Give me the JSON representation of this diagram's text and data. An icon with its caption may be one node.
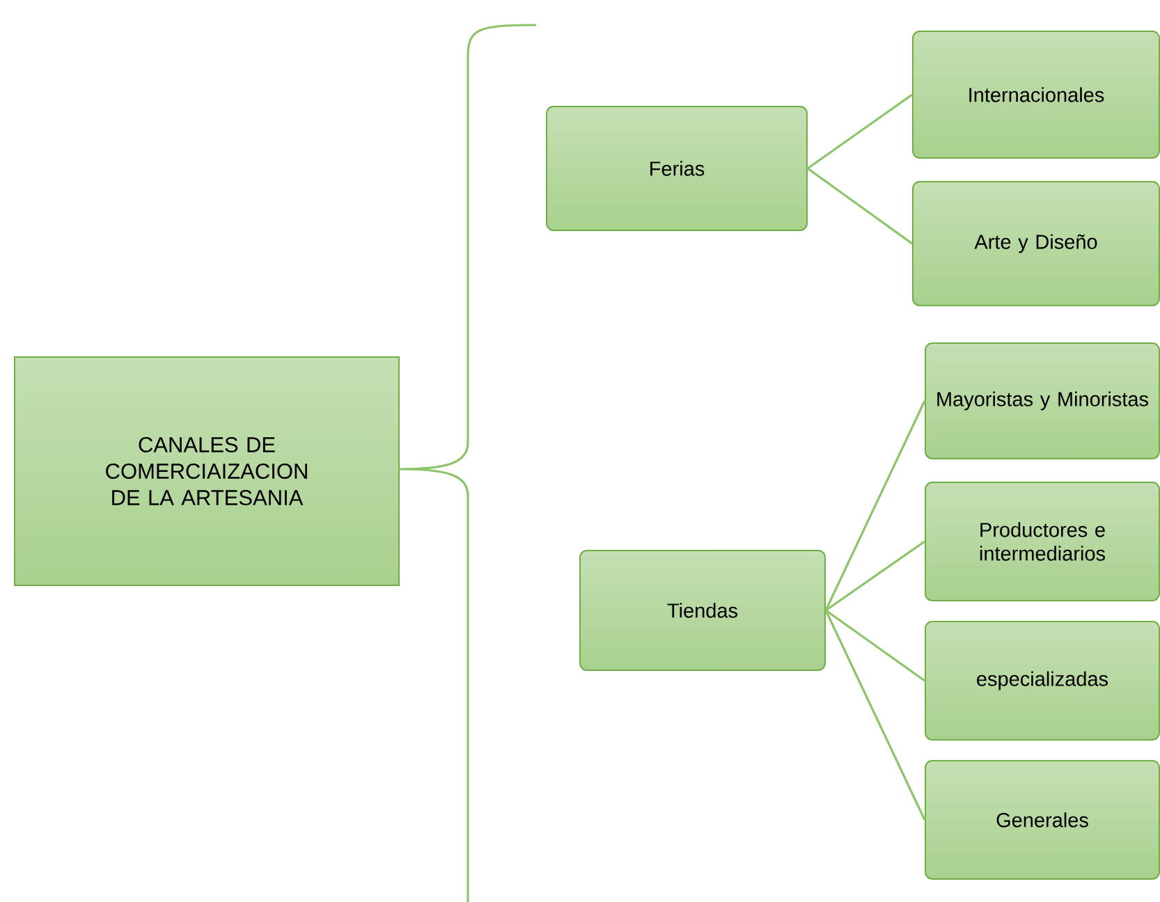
{
  "diagram": {
    "nodes": [
      {
        "text": [
          "CANALES DE COMERCIAIZACION DE LA ARTESANIA"
        ]
      },
      {
        "text": [
          "Ferias"
        ]
      },
      {
        "text": [
          "Internacionales"
        ]
      },
      {
        "text": [
          "Arte y Diseño"
        ]
      },
      {
        "text": [
          "Tiendas"
        ]
      },
      {
        "text": [
          "Mayoristas y Minoristas"
        ]
      },
      {
        "text": [
          "Productores e intermediarios"
        ]
      },
      {
        "text": [
          "especializadas"
        ]
      },
      {
        "text": [
          "Generales"
        ]
      }
    ],
    "edges": [
      {
        "from": 1,
        "to": 2,
        "arrow": "none"
      },
      {
        "from": 1,
        "to": 3,
        "arrow": "none"
      },
      {
        "from": 4,
        "to": 5,
        "arrow": "none"
      },
      {
        "from": 4,
        "to": 6,
        "arrow": "none"
      },
      {
        "from": 4,
        "to": 7,
        "arrow": "none"
      },
      {
        "from": 4,
        "to": 8,
        "arrow": "none"
      }
    ]
  }
}
